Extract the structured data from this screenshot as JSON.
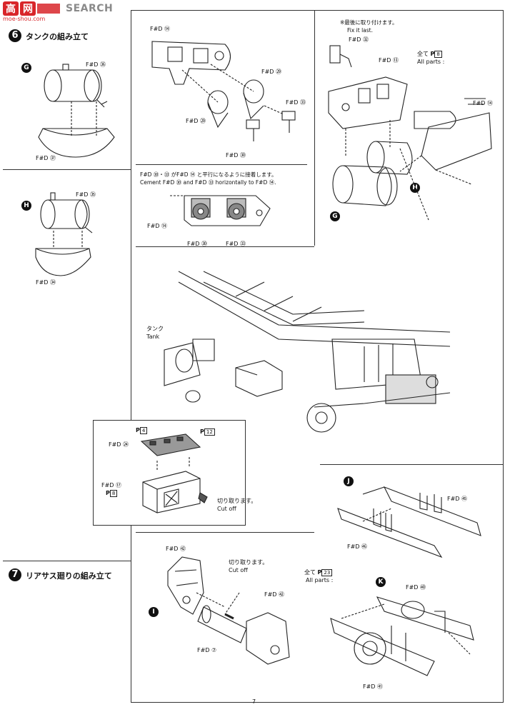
{
  "watermark": {
    "brand": "SEARCH",
    "url": "moe-shou.com"
  },
  "page_number": "7",
  "step6": {
    "number": "6",
    "title": "タンクの組み立て"
  },
  "step7": {
    "number": "7",
    "title": "リアサス廻りの組み立て"
  },
  "assembly_g": {
    "letter": "G",
    "part_top": "F#D ㊱",
    "part_bottom": "F#D ㊲"
  },
  "assembly_h": {
    "letter": "H",
    "part_top": "F#D ㉟",
    "part_bottom": "F#D ㉞"
  },
  "bracket_assy": {
    "p14": "F#D ⑭",
    "p29a": "F#D ㉙",
    "p33": "F#D ㉝",
    "p29b": "F#D ㉙",
    "p30": "F#D ㉚"
  },
  "cement_note": {
    "jp": "F#D ㉚・㉝ がF#D ⑭ と平行になるように接着します。",
    "en": "Cement F#D ㉚ and F#D ㉝ horizontally to F#D ⑭."
  },
  "detail_view": {
    "p14": "F#D ⑭",
    "p30": "F#D ㉚",
    "p33": "F#D ㉝"
  },
  "tank_mount": {
    "fix_last_jp": "※最後に取り付けます。",
    "fix_last_en": "Fix it last.",
    "p32": "F#D ㉜",
    "p13": "F#D ⑬",
    "all_parts_jp": "全て",
    "all_parts_en": "All parts :",
    "paint_ref": "8",
    "p14": "F#D ⑭",
    "label_g": "G",
    "label_h": "H"
  },
  "tank_callout": {
    "jp": "タンク",
    "en": "Tank"
  },
  "battery_box": {
    "paint_4": "4",
    "paint_12": "12",
    "p24": "F#D ㉔",
    "p17": "F#D ⑰",
    "paint_8": "8",
    "cut_jp": "切り取ります。",
    "cut_en": "Cut off"
  },
  "assembly_j": {
    "letter": "J",
    "p45": "F#D ㊺",
    "p46": "F#D ㊻"
  },
  "assembly_i": {
    "letter": "I",
    "p42a": "F#D ㊷",
    "cut_jp": "切り取ります。",
    "cut_en": "Cut off",
    "p42b": "F#D ㊷",
    "p7": "F#D ⑦"
  },
  "assembly_k": {
    "letter": "K",
    "all_parts_jp": "全て",
    "all_parts_en": "All parts :",
    "paint_ref": "23",
    "p40": "F#D ㊵",
    "p41": "F#D ㊶"
  },
  "paint_icon": "P",
  "colors": {
    "ink": "#111111",
    "line": "#333333",
    "logo_red": "#d8262a",
    "logo_gray": "#8a8a8a"
  }
}
